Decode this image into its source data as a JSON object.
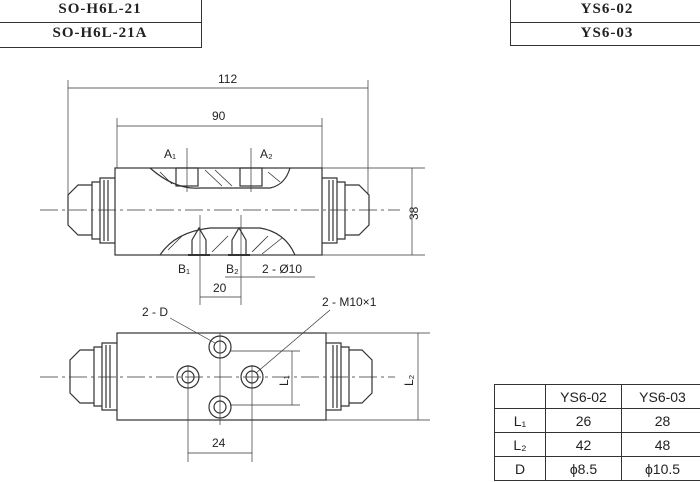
{
  "header_left": {
    "rows": [
      "SO-H6L-21",
      "SO-H6L-21A"
    ]
  },
  "header_right": {
    "rows": [
      "YS6-02",
      "YS6-03"
    ]
  },
  "drawing": {
    "dim_overall": "112",
    "dim_body": "90",
    "dim_height": "38",
    "dim_port_spacing": "20",
    "port_a1": "A₁",
    "port_a2": "A₂",
    "port_b1": "B₁",
    "port_b2": "B₂",
    "hole_note": "2 - Ø10",
    "mount_hole_label": "2 - D",
    "thread_label": "2 - M10×1",
    "dim_l1": "L₁",
    "dim_l2": "L₂",
    "dim_bottom": "24"
  },
  "spec_table": {
    "columns": [
      "",
      "YS6-02",
      "YS6-03"
    ],
    "rows": [
      {
        "label": "L₁",
        "values": [
          "26",
          "28"
        ]
      },
      {
        "label": "L₂",
        "values": [
          "42",
          "48"
        ]
      },
      {
        "label": "D",
        "values": [
          "ϕ8.5",
          "ϕ10.5"
        ]
      }
    ]
  }
}
